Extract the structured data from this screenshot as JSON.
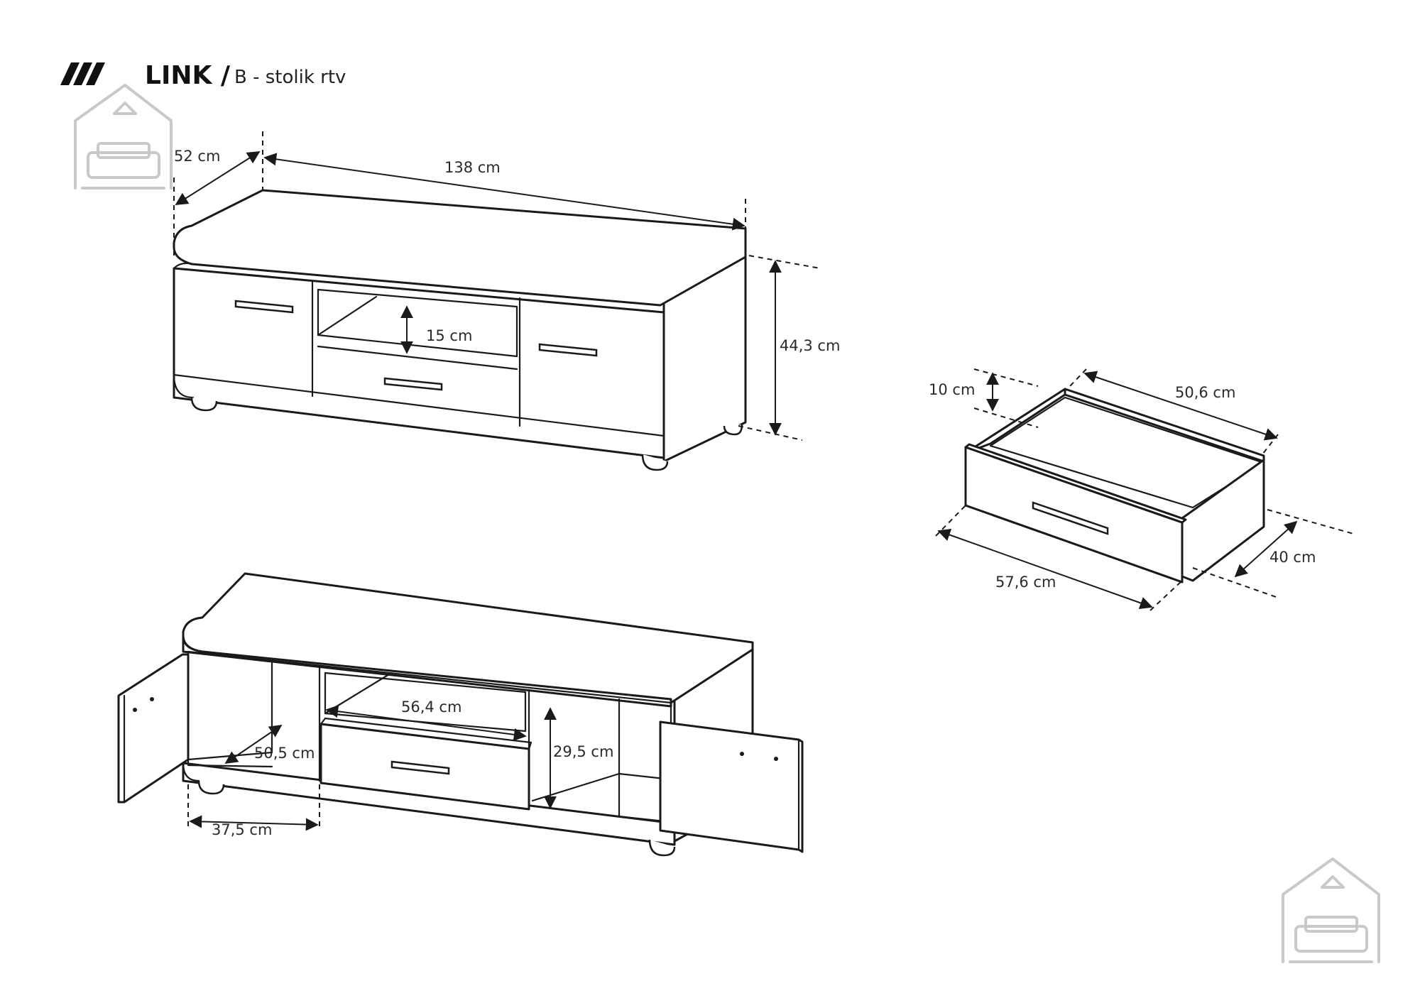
{
  "header": {
    "brand_mark": "///",
    "title": "LINK /",
    "subtitle": "B - stolik rtv"
  },
  "watermark_icon": "house-sofa-icon",
  "colors": {
    "line": "#1a1a1a",
    "watermark": "#c9c9c9",
    "background": "#ffffff"
  },
  "dimensions": {
    "depth": "52 cm",
    "width": "138 cm",
    "height": "44,3 cm",
    "niche_height": "15 cm",
    "drawer_height": "10 cm",
    "drawer_inner_length": "50,6 cm",
    "drawer_front_width": "57,6 cm",
    "drawer_depth": "40 cm",
    "cabinet_inner_depth": "50,5 cm",
    "cabinet_inner_width": "37,5 cm",
    "niche_width": "56,4 cm",
    "compartment_height": "29,5 cm"
  }
}
